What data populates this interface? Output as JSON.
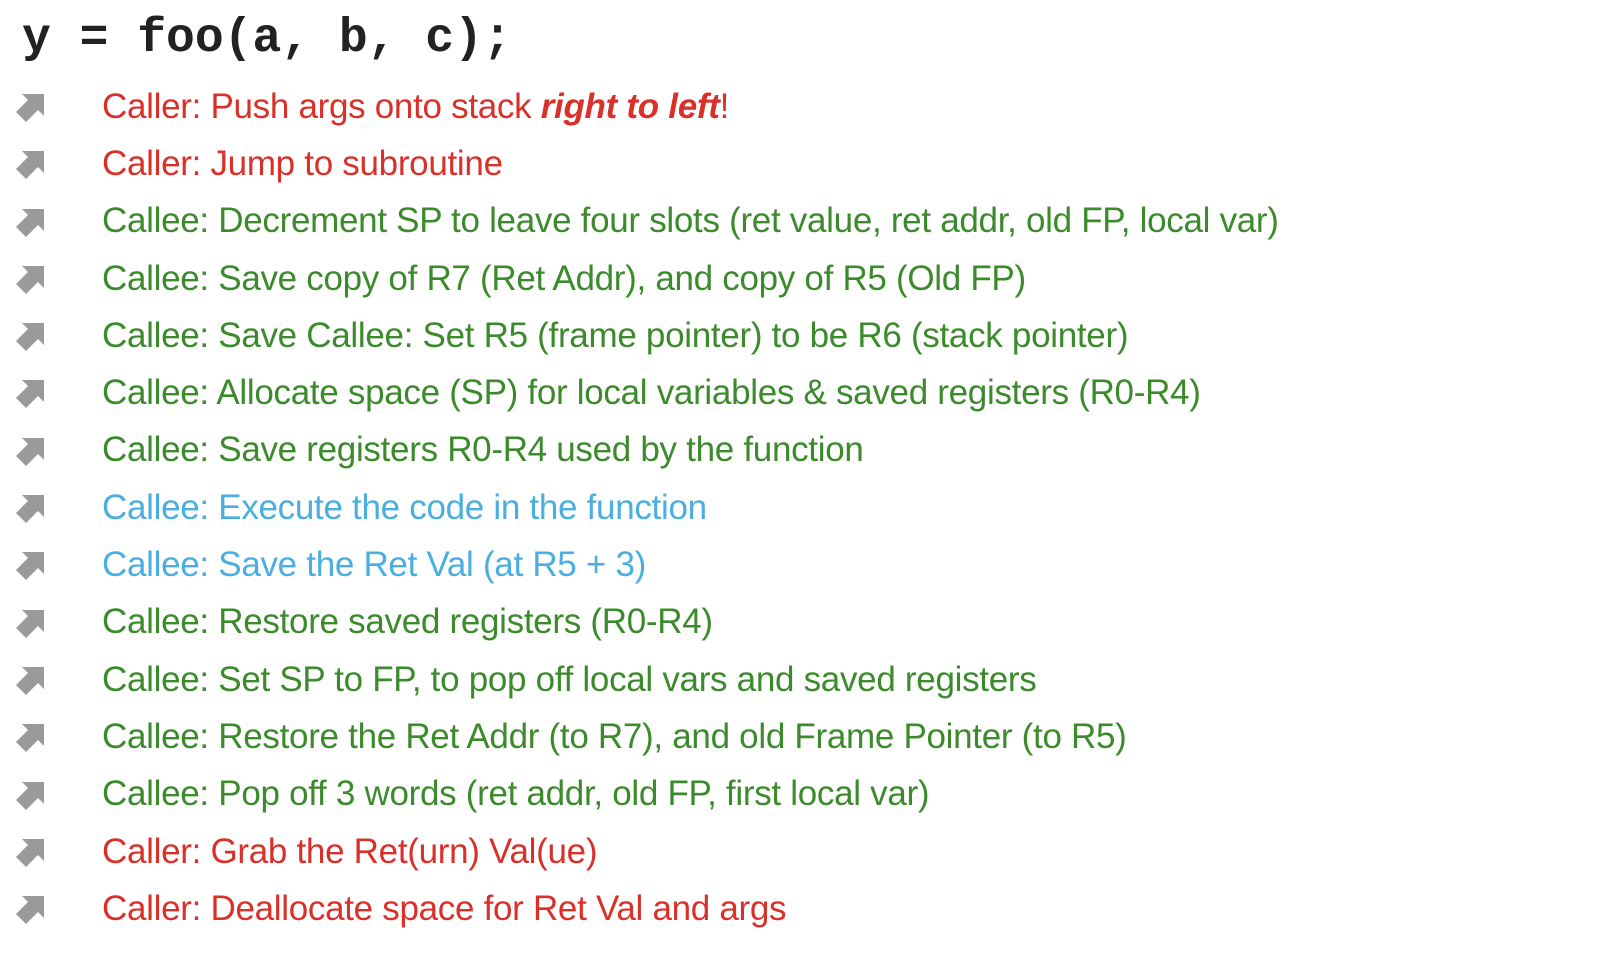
{
  "code_line": "y = foo(a, b, c);",
  "colors": {
    "caller": "#d9302a",
    "callee": "#3b8a2b",
    "execute": "#4aaee0",
    "arrow": "#9a9a9a"
  },
  "steps": [
    {
      "kind": "caller",
      "text": "Caller: Push args onto stack ",
      "emphasis": "right to left",
      "suffix": "!"
    },
    {
      "kind": "caller",
      "text": "Caller: Jump to subroutine"
    },
    {
      "kind": "callee",
      "text": "Callee: Decrement SP to leave four slots (ret value, ret addr, old FP, local var)"
    },
    {
      "kind": "callee",
      "text": "Callee: Save copy of R7 (Ret Addr), and copy of R5 (Old FP)"
    },
    {
      "kind": "callee",
      "text": "Callee: Save Callee: Set R5 (frame pointer) to be R6 (stack pointer)"
    },
    {
      "kind": "callee",
      "text": "Callee: Allocate space (SP) for local variables & saved registers (R0-R4)"
    },
    {
      "kind": "callee",
      "text": "Callee: Save registers R0-R4 used by the function"
    },
    {
      "kind": "exec",
      "text": "Callee: Execute the code in the function"
    },
    {
      "kind": "exec",
      "text": "Callee: Save the Ret Val (at R5 + 3)"
    },
    {
      "kind": "callee",
      "text": "Callee: Restore saved registers (R0-R4)"
    },
    {
      "kind": "callee",
      "text": "Callee: Set SP to FP, to pop off local vars and saved registers"
    },
    {
      "kind": "callee",
      "text": "Callee: Restore the Ret Addr (to R7), and old Frame Pointer (to R5)"
    },
    {
      "kind": "callee",
      "text": "Callee: Pop off 3 words (ret addr, old FP, first local var)"
    },
    {
      "kind": "caller",
      "text": "Caller: Grab the Ret(urn) Val(ue)"
    },
    {
      "kind": "caller",
      "text": "Caller: Deallocate space for Ret Val and args"
    }
  ]
}
